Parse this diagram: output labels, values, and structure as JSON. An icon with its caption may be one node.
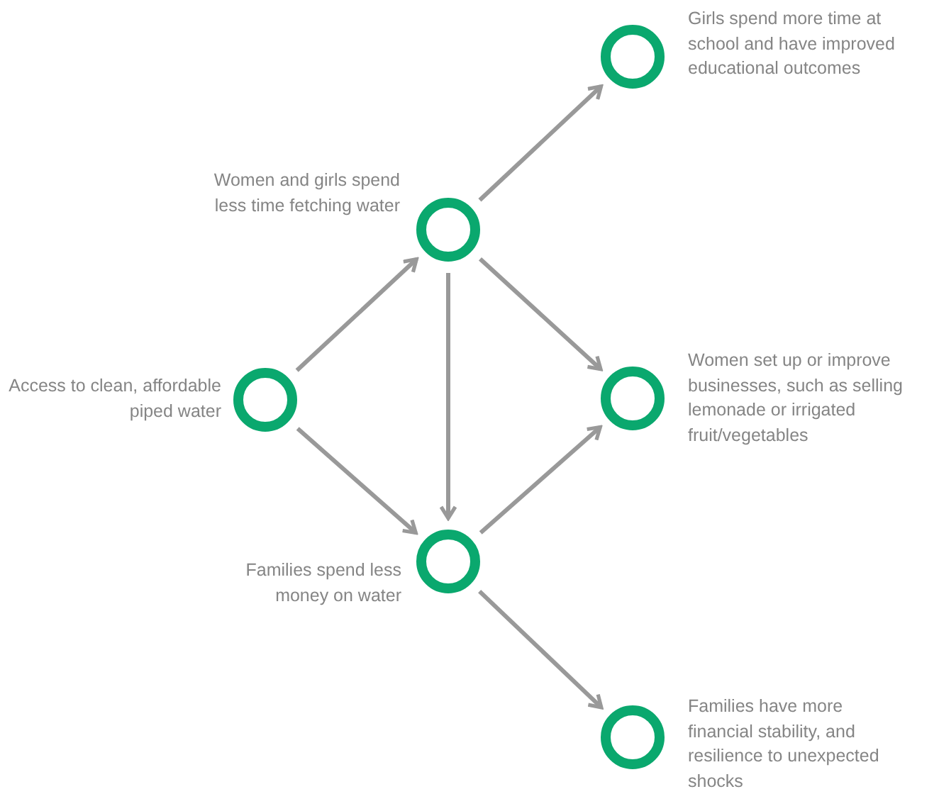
{
  "diagram": {
    "nodes": [
      {
        "text": [],
        "shape": "circle",
        "beside": [
          "Access to clean, affordable piped water"
        ]
      },
      {
        "text": [],
        "shape": "circle",
        "beside": [
          "Women and girls spend less time fetching water"
        ]
      },
      {
        "text": [],
        "shape": "circle",
        "beside": [
          "Families spend less money on water"
        ]
      },
      {
        "text": [],
        "shape": "circle",
        "beside": [
          "Girls spend more time at school and have improved educational outcomes"
        ]
      },
      {
        "text": [],
        "shape": "circle",
        "beside": [
          "Women set up or improve businesses, such as selling lemonade or irrigated fruit/vegetables"
        ]
      },
      {
        "text": [],
        "shape": "circle",
        "beside": [
          "Families have more financial stability, and resilience to unexpected shocks"
        ]
      }
    ],
    "edges": [
      {
        "from": 0,
        "to": 1,
        "arrow": "to"
      },
      {
        "from": 0,
        "to": 2,
        "arrow": "to"
      },
      {
        "from": 1,
        "to": 2,
        "arrow": "to"
      },
      {
        "from": 1,
        "to": 3,
        "arrow": "to"
      },
      {
        "from": 1,
        "to": 4,
        "arrow": "to"
      },
      {
        "from": 2,
        "to": 4,
        "arrow": "to"
      },
      {
        "from": 2,
        "to": 5,
        "arrow": "to"
      }
    ]
  }
}
